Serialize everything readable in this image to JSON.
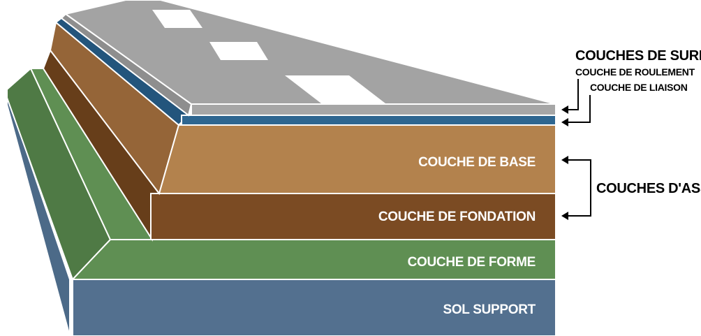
{
  "diagram": {
    "layers": [
      {
        "id": "roulement",
        "label": "COUCHE DE ROULEMENT",
        "color": "#a6a6a6"
      },
      {
        "id": "liaison",
        "label": "COUCHE DE LIAISON",
        "color": "#2e6690"
      },
      {
        "id": "base",
        "label": "COUCHE DE BASE",
        "color": "#b3824d"
      },
      {
        "id": "fondation",
        "label": "COUCHE DE FONDATION",
        "color": "#7b4b23"
      },
      {
        "id": "forme",
        "label": "COUCHE DE FORME",
        "color": "#5f8f53"
      },
      {
        "id": "sol",
        "label": "SOL SUPPORT",
        "color": "#53708f"
      }
    ],
    "groups": {
      "surface": "COUCHES DE SURFACE",
      "assise": "COUCHES D'ASSISE"
    },
    "colors": {
      "road_top": "#a3a3a3",
      "road_marking": "#ffffff",
      "outline": "#ffffff",
      "annotation": "#000000"
    }
  }
}
